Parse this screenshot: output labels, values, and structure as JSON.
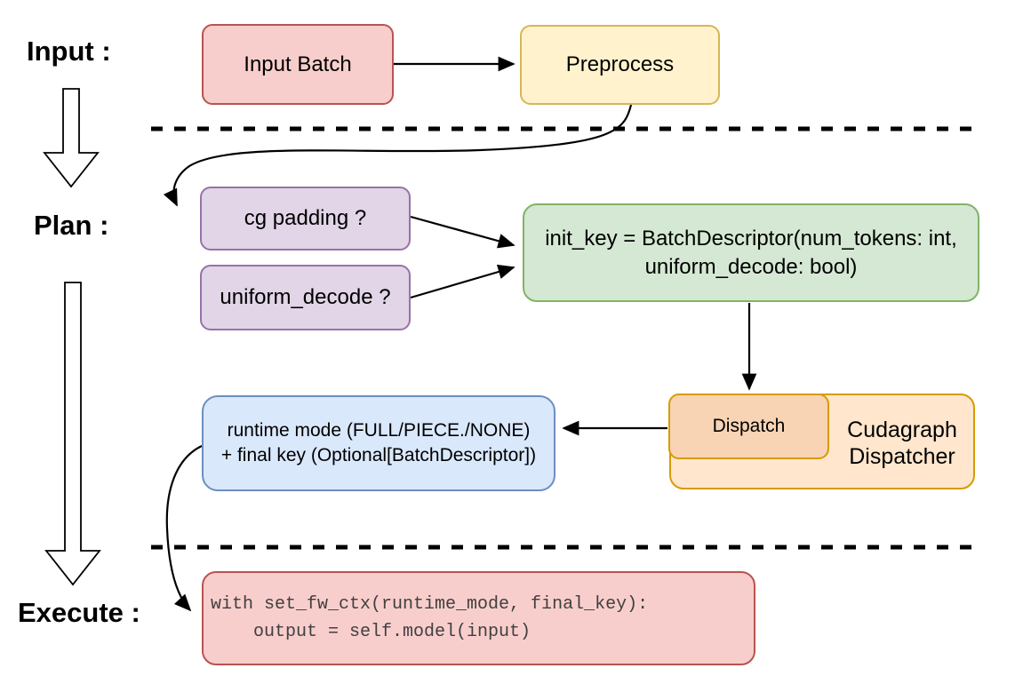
{
  "stages": {
    "input": "Input :",
    "plan": "Plan :",
    "execute": "Execute :"
  },
  "nodes": {
    "input_batch": {
      "label": "Input Batch",
      "fill": "#f8cecc",
      "stroke": "#b85450"
    },
    "preprocess": {
      "label": "Preprocess",
      "fill": "#fff2cc",
      "stroke": "#d6b656"
    },
    "cg_padding": {
      "label": "cg padding ?",
      "fill": "#e1d5e7",
      "stroke": "#9673a6"
    },
    "uniform_decode": {
      "label": "uniform_decode ?",
      "fill": "#e1d5e7",
      "stroke": "#9673a6"
    },
    "init_key": {
      "line1": "init_key = BatchDescriptor(num_tokens: int,",
      "line2": "uniform_decode: bool)",
      "fill": "#d5e8d4",
      "stroke": "#82b366"
    },
    "dispatch": {
      "label": "Dispatch",
      "fill": "#f8d3b4",
      "stroke": "#d79b00"
    },
    "cudagraph_dispatcher": {
      "line1": "Cudagraph",
      "line2": "Dispatcher",
      "fill": "#ffe6cc",
      "stroke": "#d79b00"
    },
    "runtime_mode": {
      "line1": "runtime mode (FULL/PIECE./NONE)",
      "line2": "+ final key (Optional[BatchDescriptor])",
      "fill": "#dae8fc",
      "stroke": "#6c8ebf"
    },
    "execute_code": {
      "line1": "with set_fw_ctx(runtime_mode, final_key):",
      "line2": "    output = self.model(input)",
      "fill": "#f8cecc",
      "stroke": "#b85450",
      "text_color": "#404040"
    }
  },
  "edges": [
    {
      "from": "input_batch",
      "to": "preprocess"
    },
    {
      "from": "preprocess",
      "to": "cg_padding"
    },
    {
      "from": "cg_padding",
      "to": "init_key"
    },
    {
      "from": "uniform_decode",
      "to": "init_key"
    },
    {
      "from": "init_key",
      "to": "dispatch"
    },
    {
      "from": "dispatch",
      "to": "runtime_mode"
    },
    {
      "from": "runtime_mode",
      "to": "execute_code"
    },
    {
      "from": "stage_input",
      "to": "stage_plan",
      "type": "stage-arrow"
    },
    {
      "from": "stage_plan",
      "to": "stage_execute",
      "type": "stage-arrow"
    }
  ],
  "separators": [
    {
      "between": [
        "input",
        "plan"
      ]
    },
    {
      "between": [
        "plan",
        "execute"
      ]
    }
  ],
  "colors": {
    "connector": "#000000",
    "background": "#ffffff",
    "stage_label_text": "#000000"
  }
}
